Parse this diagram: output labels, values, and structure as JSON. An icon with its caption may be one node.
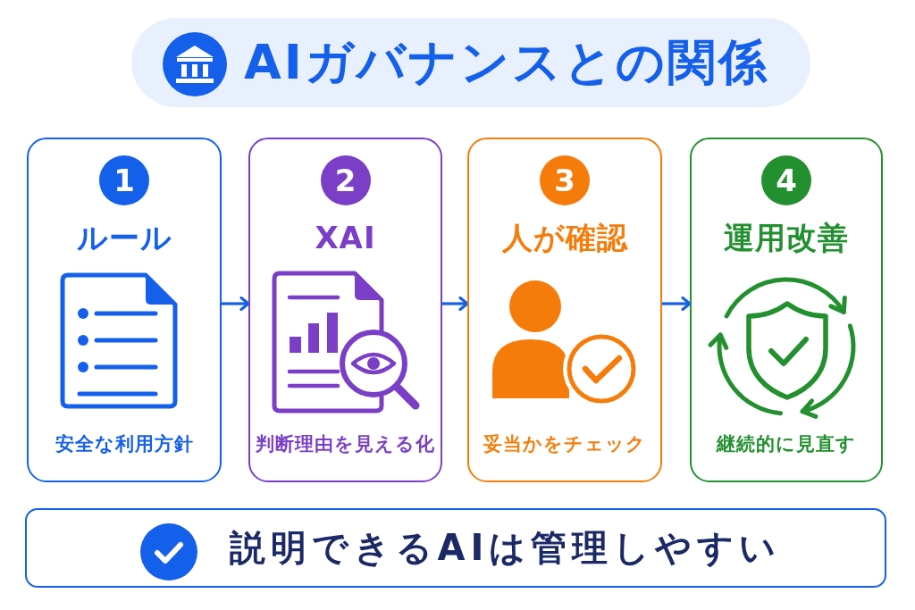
{
  "diagram": {
    "title": "AIガバナンスとの関係",
    "nodes": [
      {
        "text": [
          "ルール",
          "安全な利用方針"
        ]
      },
      {
        "text": [
          "1"
        ],
        "in": 0
      },
      {
        "text": [
          "XAI",
          "判断理由を見える化"
        ]
      },
      {
        "text": [
          "2"
        ],
        "in": 2
      },
      {
        "text": [
          "人が確認",
          "妥当かをチェック"
        ]
      },
      {
        "text": [
          "3"
        ],
        "in": 4
      },
      {
        "text": [
          "運用改善",
          "継続的に見直す"
        ]
      },
      {
        "text": [
          "4"
        ],
        "in": 6
      },
      {
        "text": [
          "説明できるAIは管理しやすい"
        ]
      }
    ],
    "edges": [
      {
        "from": 0,
        "to": 2,
        "arrow": "to"
      },
      {
        "from": 2,
        "to": 4,
        "arrow": "to"
      },
      {
        "from": 4,
        "to": 6,
        "arrow": "to"
      }
    ]
  }
}
